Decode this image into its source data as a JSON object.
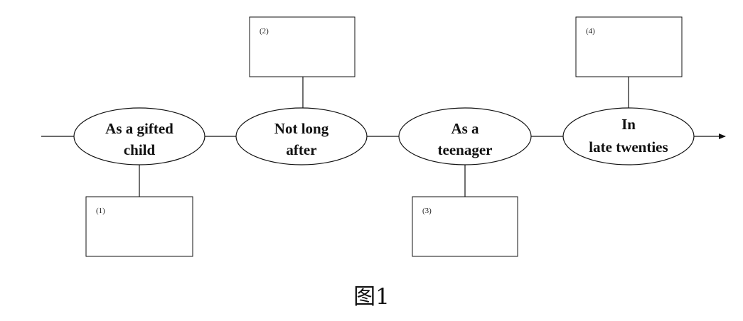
{
  "diagram": {
    "nodes": [
      {
        "lines": [
          "As a gifted",
          "child"
        ],
        "box_label": "(1)",
        "box_position": "below"
      },
      {
        "lines": [
          "Not long",
          "after"
        ],
        "box_label": "(2)",
        "box_position": "above"
      },
      {
        "lines": [
          "As a",
          "teenager"
        ],
        "box_label": "(3)",
        "box_position": "below"
      },
      {
        "lines": [
          "In",
          "late twenties"
        ],
        "box_label": "(4)",
        "box_position": "above"
      }
    ]
  },
  "caption": "图1"
}
